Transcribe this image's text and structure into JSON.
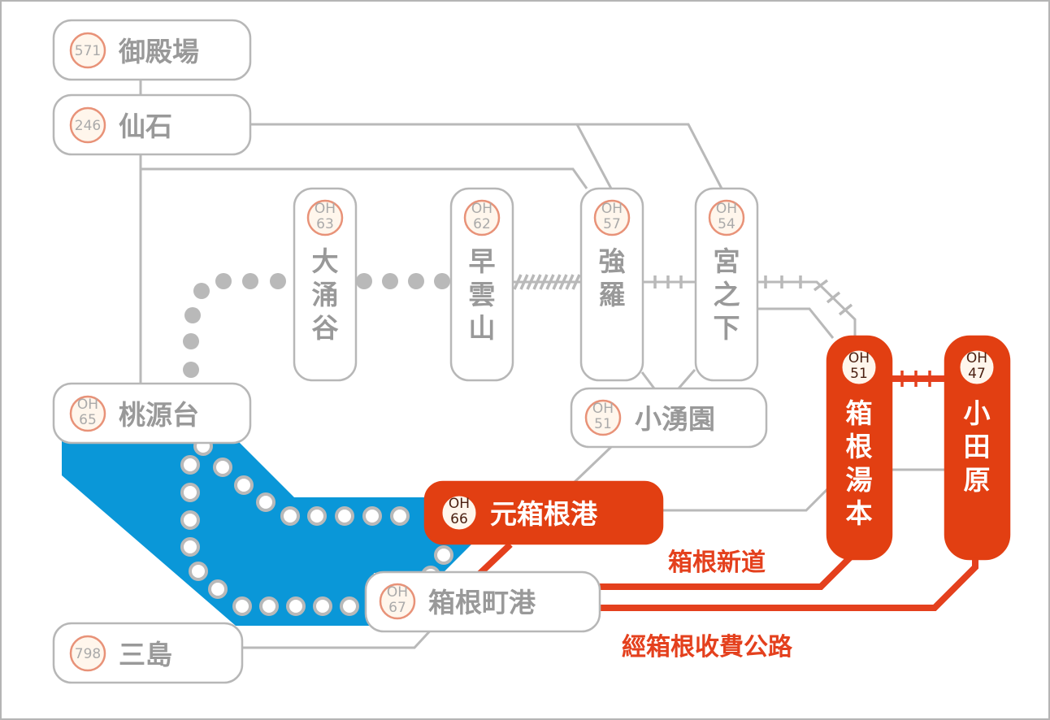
{
  "colors": {
    "lake": "#0a97d8",
    "accent": "#e23f12",
    "inactive_line": "#b9b9b9",
    "inactive_text": "#999999"
  },
  "stations": {
    "gotemba": {
      "code": "571",
      "name": "御殿場"
    },
    "sengoku": {
      "code": "246",
      "name": "仙石"
    },
    "togendai": {
      "prefix": "OH",
      "num": "65",
      "name": "桃源台"
    },
    "mishima": {
      "code": "798",
      "name": "三島"
    },
    "owakudani": {
      "prefix": "OH",
      "num": "63",
      "name": "大涌谷"
    },
    "sounzan": {
      "prefix": "OH",
      "num": "62",
      "name": "早雲山"
    },
    "gora": {
      "prefix": "OH",
      "num": "57",
      "name": "強羅"
    },
    "miyanoshita": {
      "prefix": "OH",
      "num": "54",
      "name": "宮之下"
    },
    "kowakien": {
      "prefix": "OH",
      "num": "51",
      "name": "小湧園"
    },
    "motohakoneko": {
      "prefix": "OH",
      "num": "66",
      "name": "元箱根港"
    },
    "hakonemachiko": {
      "prefix": "OH",
      "num": "67",
      "name": "箱根町港"
    },
    "hakoneyumoto": {
      "prefix": "OH",
      "num": "51",
      "name": "箱根湯本"
    },
    "odawara": {
      "prefix": "OH",
      "num": "47",
      "name": "小田原"
    }
  },
  "roads": {
    "shindo": "箱根新道",
    "tollway": "經箱根收費公路"
  }
}
